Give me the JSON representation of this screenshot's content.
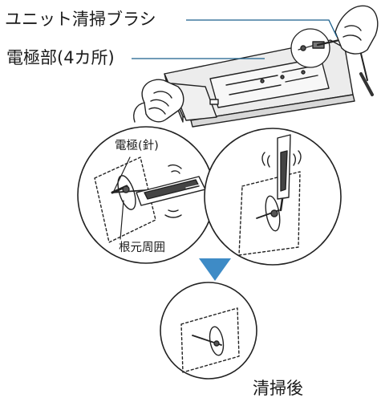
{
  "labels": {
    "brush": "ユニット清掃ブラシ",
    "electrode": "電極部(4カ所)",
    "needle": "電極(針)",
    "base": "根元周囲",
    "after": "清掃後"
  },
  "colors": {
    "line": "#1a5f8c",
    "arrow": "#3e8bc6",
    "stroke": "#222222"
  }
}
